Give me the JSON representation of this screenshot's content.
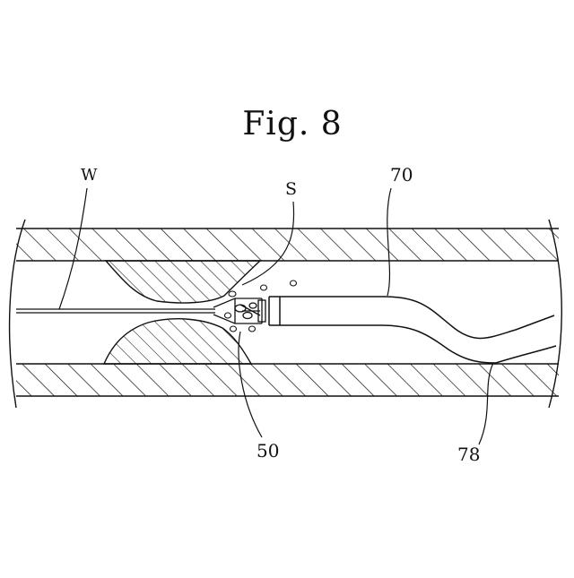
{
  "figure": {
    "title": "Fig. 8",
    "labels": {
      "guidewire": "W",
      "space": "S",
      "catheter": "70",
      "tip_device": "50",
      "bend": "78"
    }
  }
}
